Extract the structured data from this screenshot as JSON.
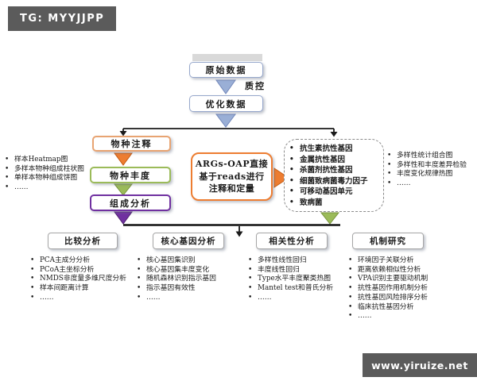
{
  "header": {
    "tag": "TG: MYYJJPP"
  },
  "watermark": {
    "text": "www.yiruize.net"
  },
  "colors": {
    "accent_orange": "#ED7D31",
    "accent_green": "#9BBB59",
    "accent_purple": "#7030A0",
    "accent_blue": "#9AAFD6",
    "badge_gray": "#5B5B5B"
  },
  "flow": {
    "raw_data": "原始数据",
    "qc_label": "质控",
    "optimized_data": "优化数据",
    "species_annotation": "物种注释",
    "species_abundance": "物种丰度",
    "composition_analysis": "组成分析",
    "args_oap": "ARGs-OAP直接基于reads进行注释和定量",
    "left_outputs": [
      "样本Heatmap图",
      "多样本物种组成柱状图",
      "单样本物种组成饼图",
      "……"
    ],
    "gene_types": [
      "抗生素抗性基因",
      "金属抗性基因",
      "杀菌剂抗性基因",
      "细菌致病菌毒力因子",
      "可移动基因单元",
      "致病菌"
    ],
    "right_outputs": [
      "多样性统计组合图",
      "多样性和丰度差异检验",
      "丰度变化规律热图",
      "……"
    ],
    "bottom_sections": [
      {
        "title": "比较分析",
        "items": [
          "PCA主成分分析",
          "PCoA主坐标分析",
          "NMDS非度量多维尺度分析",
          "样本间距离计算",
          "……"
        ]
      },
      {
        "title": "核心基因分析",
        "items": [
          "核心基因集识别",
          "核心基因集丰度变化",
          "随机森林识别指示基因",
          "指示基因有效性",
          "……"
        ]
      },
      {
        "title": "相关性分析",
        "items": [
          "多样性线性回归",
          "丰度线性回归",
          "Type水平丰度聚类热图",
          "Mantel test和普氏分析",
          "……"
        ]
      },
      {
        "title": "机制研究",
        "items": [
          "环境因子关联分析",
          "距离依赖相似性分析",
          "VPA识别主要驱动机制",
          "抗性基因作用机制分析",
          "抗性基因风险排序分析",
          "临床抗性基因分析",
          "……"
        ]
      }
    ]
  }
}
